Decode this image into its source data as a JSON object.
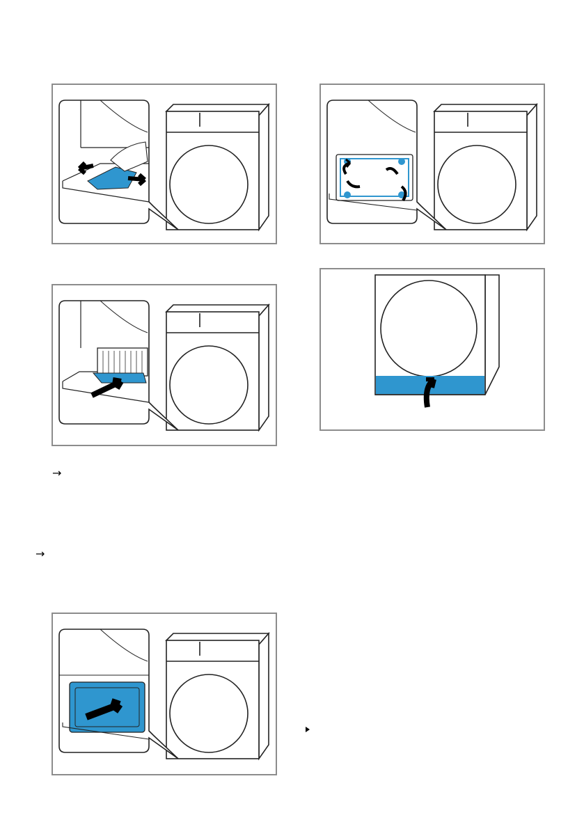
{
  "page": {
    "margin_marks": [
      {
        "text": "→"
      },
      {
        "text": "→"
      }
    ]
  },
  "figures": [
    {
      "name": "figure-remove-fluff-filter",
      "icon": "tray-pull-out-arrows",
      "accent": "#2f96cf"
    },
    {
      "name": "figure-unlock-filter-levers",
      "icon": "rotate-levers-arrows",
      "accent": "#2f96cf"
    },
    {
      "name": "figure-insert-fluff-filter",
      "icon": "push-in-arrow",
      "accent": "#2f96cf"
    },
    {
      "name": "figure-close-base-cover",
      "icon": "curved-up-arrow",
      "accent": "#2f96cf"
    },
    {
      "name": "figure-fit-heat-exchanger-cover",
      "icon": "push-in-arrow",
      "accent": "#2f96cf"
    }
  ],
  "colors": {
    "frame": "#8c8c8c",
    "accent": "#2f96cf",
    "line": "#222222"
  }
}
